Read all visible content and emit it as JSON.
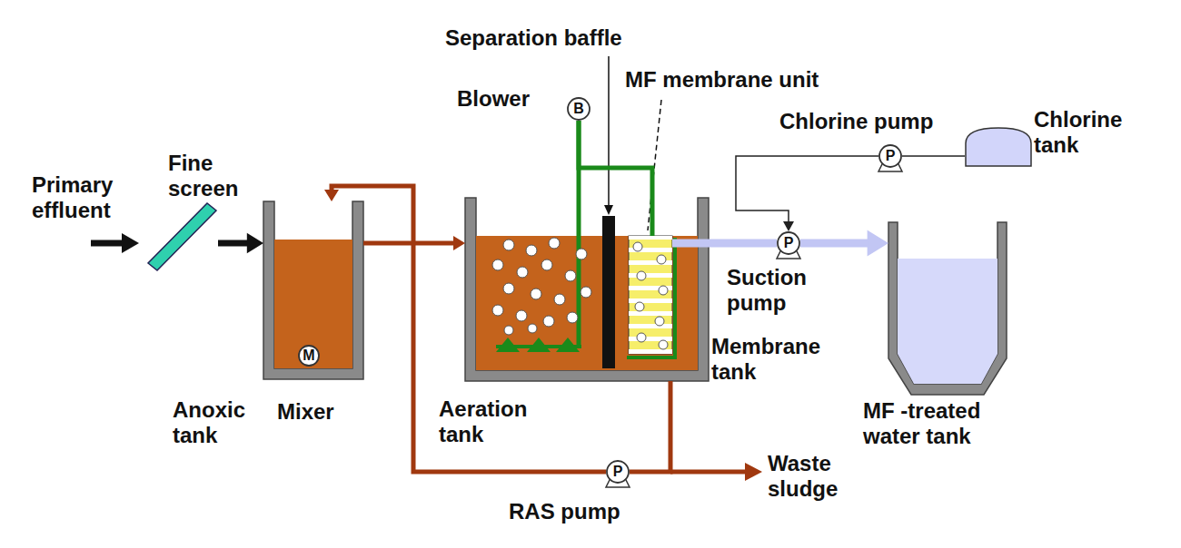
{
  "diagram": {
    "nodes": [
      {
        "text": [
          "Fine screen"
        ]
      },
      {
        "text": [
          "Anoxic tank"
        ]
      },
      {
        "text": [
          "M",
          "Mixer"
        ],
        "in": 1
      },
      {
        "text": [
          "B",
          "Blower"
        ]
      },
      {
        "text": [
          "Aeration tank",
          "Membrane tank"
        ]
      },
      {
        "text": [
          "MF membrane unit"
        ],
        "in": 4
      },
      {
        "text": [
          "P",
          "Chlorine pump"
        ]
      },
      {
        "text": [
          "Chlorine tank"
        ]
      },
      {
        "text": [
          "P",
          "Suction pump"
        ]
      },
      {
        "text": [
          "MF -treated water tank"
        ]
      },
      {
        "text": [
          "P",
          "RAS pump"
        ]
      }
    ],
    "edges": [
      {
        "from": 0,
        "to": 1,
        "arrow": "to"
      },
      {
        "from": 1,
        "to": 4,
        "arrow": "to"
      },
      {
        "from": 3,
        "to": 4,
        "arrow": "none"
      },
      {
        "from": 3,
        "to": 5,
        "arrow": "none"
      },
      {
        "from": 5,
        "to": 8,
        "arrow": "none"
      },
      {
        "from": 8,
        "to": 9,
        "arrow": "to"
      },
      {
        "from": 7,
        "to": 6,
        "arrow": "none"
      },
      {
        "from": 6,
        "to": 8,
        "arrow": "to"
      },
      {
        "from": 4,
        "to": 10,
        "arrow": "none"
      },
      {
        "from": 10,
        "to": 1,
        "arrow": "to"
      }
    ],
    "labels": [
      "Primary effluent",
      "Separation baffle",
      "Waste sludge"
    ]
  }
}
